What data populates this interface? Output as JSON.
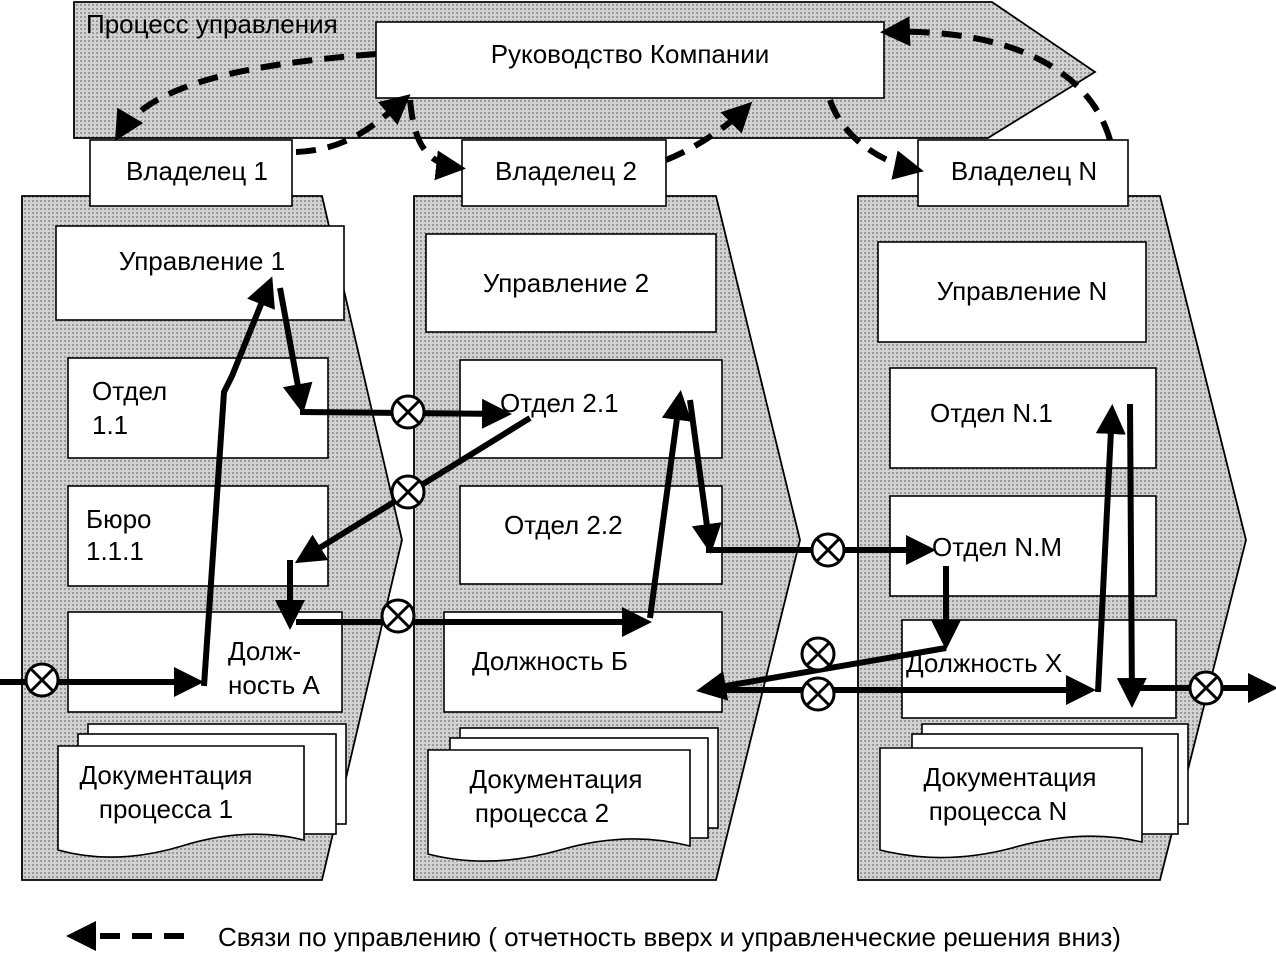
{
  "process_title": "Процесс управления",
  "management": "Руководство Компании",
  "owners": [
    "Владелец 1",
    "Владелец 2",
    "Владелец N"
  ],
  "columns": [
    {
      "directorate": "Управление 1",
      "department": [
        "Отдел",
        "1.1"
      ],
      "bureau": [
        "Бюро",
        "1.1.1"
      ],
      "position": [
        "Долж-",
        "ность А"
      ],
      "docs": [
        "Документация",
        "процесса 1"
      ]
    },
    {
      "directorate": "Управление 2",
      "department": "Отдел 2.1",
      "department2": "Отдел 2.2",
      "position": "Должность Б",
      "docs": [
        "Документация",
        "процесса 2"
      ]
    },
    {
      "directorate": "Управление N",
      "department": "Отдел N.1",
      "department2": "Отдел N.M",
      "position": "Должность X",
      "docs": [
        "Документация",
        "процесса N"
      ]
    }
  ],
  "legend": {
    "text": "Связи по управлению ( отчетность вверх и управленческие решения вниз)"
  }
}
